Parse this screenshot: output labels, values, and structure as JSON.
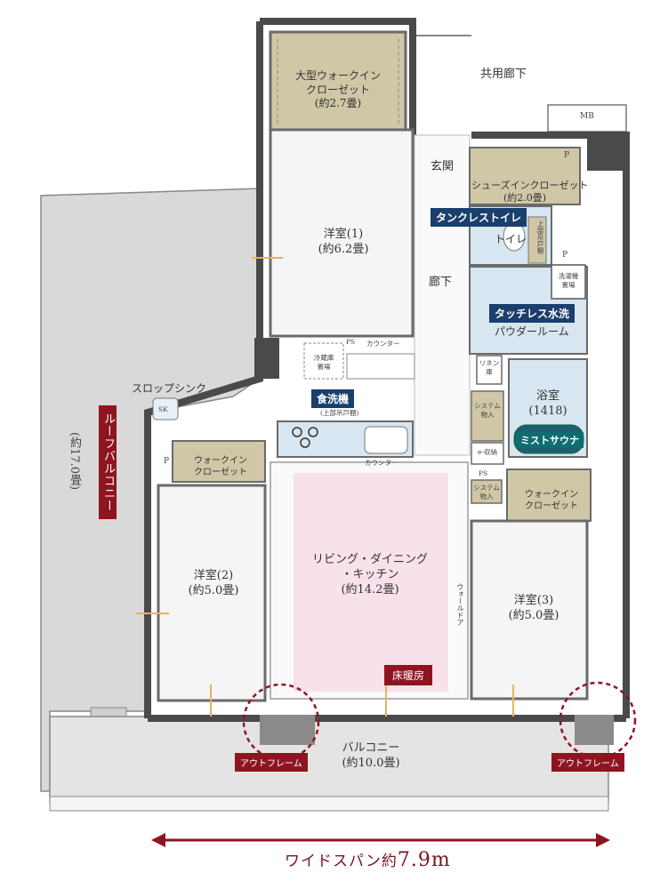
{
  "labels": {
    "common_corridor": "共用廊下",
    "mb": "MB",
    "p1": "P",
    "p2": "P",
    "p3": "P",
    "ps1": "PS",
    "ps2": "PS",
    "big_wic": [
      "大型ウォークイン",
      "クローゼット",
      "(約2.7畳)"
    ],
    "room1": [
      "洋室(1)",
      "(約6.2畳)"
    ],
    "genkan": "玄関",
    "shoes_ic": [
      "シューズインクローゼット",
      "(約2.0畳)"
    ],
    "toilet": "トイレ",
    "upper_shelf": "上部吊戸棚",
    "hallway": "廊下",
    "washer_space": [
      "洗濯機",
      "置場"
    ],
    "powder_room": "パウダールーム",
    "counter1": "カウンター",
    "fridge": [
      "冷蔵庫",
      "置場"
    ],
    "linen": [
      "リネン",
      "庫"
    ],
    "bath": [
      "浴室",
      "(1418)"
    ],
    "system_storage1": [
      "システム",
      "物入"
    ],
    "e_storage": "e-収納",
    "system_storage2": [
      "システム",
      "物入"
    ],
    "slop_sink": "スロップシンク",
    "sk": "SK",
    "dishwasher_note": "(上部吊戸棚)",
    "counter2": "カウンター",
    "wic2": [
      "ウォークイン",
      "クローゼット"
    ],
    "wic3": [
      "ウォークイン",
      "クローゼット"
    ],
    "room2": [
      "洋室(2)",
      "(約5.0畳)"
    ],
    "ldk": [
      "リビング・ダイニング",
      "・キッチン",
      "(約14.2畳)"
    ],
    "room3": [
      "洋室(3)",
      "(約5.0畳)"
    ],
    "wall_door": "ウォールドア",
    "roof_balcony_area": "(約17.0畳)",
    "balcony": [
      "バルコニー",
      "(約10.0畳)"
    ]
  },
  "tags": {
    "tankless_toilet": "タンクレストイレ",
    "touchless_faucet": "タッチレス水洗",
    "dishwasher": "食洗機",
    "mist_sauna": "ミストサウナ",
    "roof_balcony": "ルーフバルコニー",
    "floor_heating": "床暖房",
    "outframe_left": "アウトフレーム",
    "outframe_right": "アウトフレーム"
  },
  "footer": {
    "wide_span_prefix": "ワイドスパン約",
    "wide_span_value": "7.9m"
  },
  "colors": {
    "wall": "#4a4a4a",
    "closet": "#cfc7a6",
    "water_area": "#d7e6f1",
    "ldk_floor": "#f8e1ea",
    "roof_balcony": "#d9d9d9",
    "balcony": "#e4e4e4",
    "tag_blue": "#1a3f6c",
    "tag_teal": "#0f6d70",
    "tag_red": "#8e1520"
  }
}
